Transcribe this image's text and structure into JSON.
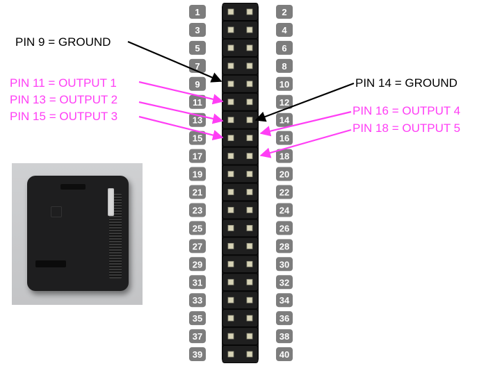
{
  "header": {
    "pin_labels": [
      "1",
      "2",
      "3",
      "4",
      "5",
      "6",
      "7",
      "8",
      "9",
      "10",
      "11",
      "12",
      "13",
      "14",
      "15",
      "16",
      "17",
      "18",
      "19",
      "20",
      "21",
      "22",
      "23",
      "24",
      "25",
      "26",
      "27",
      "28",
      "29",
      "30",
      "31",
      "32",
      "33",
      "34",
      "35",
      "36",
      "37",
      "38",
      "39",
      "40"
    ]
  },
  "annotations": [
    {
      "text": "PIN 9 = GROUND",
      "color": "#000000",
      "pin": 9
    },
    {
      "text": "PIN 11 = OUTPUT 1",
      "color": "#ff3ef5",
      "pin": 11
    },
    {
      "text": "PIN 13 = OUTPUT 2",
      "color": "#ff3ef5",
      "pin": 13
    },
    {
      "text": "PIN 15 = OUTPUT 3",
      "color": "#ff3ef5",
      "pin": 15
    },
    {
      "text": "PIN 14 = GROUND",
      "color": "#000000",
      "pin": 14
    },
    {
      "text": "PIN 16 = OUTPUT 4",
      "color": "#ff3ef5",
      "pin": 16
    },
    {
      "text": "PIN 18 = OUTPUT 5",
      "color": "#ff3ef5",
      "pin": 18
    }
  ],
  "colors": {
    "badge_fill": "#7d7d7d",
    "header_body": "#161616",
    "pin_metal": "#d7d3b6",
    "ground_arrow": "#000000",
    "output_arrow": "#ff3ef5"
  },
  "icons": {
    "photo": "enclosure-case-photo"
  }
}
